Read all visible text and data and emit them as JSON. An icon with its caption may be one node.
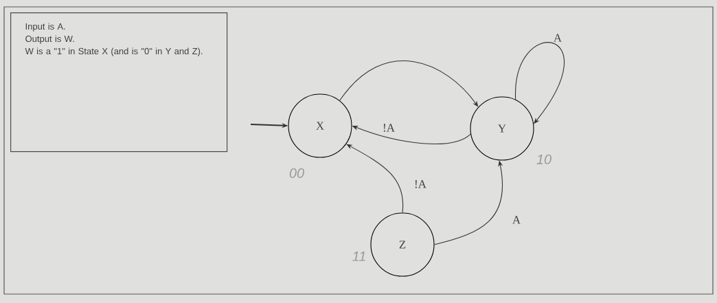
{
  "diagram": {
    "nodes": [
      {
        "text": [
          "Input is A.",
          "Output is W.",
          "W is a \"1\" in State X (and is \"0\" in Y and Z)."
        ]
      },
      {
        "text": [
          "X"
        ],
        "beside": [
          "00"
        ]
      },
      {
        "text": [
          "Y"
        ],
        "beside": [
          "10"
        ]
      },
      {
        "text": [
          "Z"
        ],
        "beside": [
          "11"
        ]
      }
    ],
    "edges": [
      {
        "from": null,
        "to": 1,
        "arrow": "to"
      },
      {
        "from": 1,
        "to": 2,
        "arrow": "to"
      },
      {
        "from": 2,
        "to": 2,
        "label": "A",
        "arrow": "to"
      },
      {
        "from": 2,
        "to": 1,
        "label": "!A",
        "arrow": "to"
      },
      {
        "from": 3,
        "to": 1,
        "label": "!A",
        "arrow": "to"
      },
      {
        "from": 3,
        "to": 2,
        "label": "A",
        "arrow": "to"
      }
    ]
  }
}
